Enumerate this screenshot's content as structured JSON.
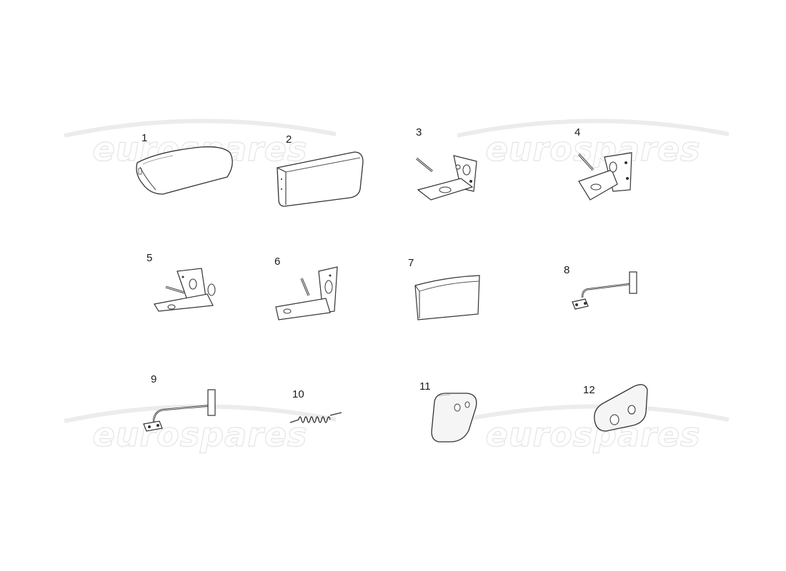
{
  "watermark": {
    "text": "eurospares",
    "color": "#e4e4e4"
  },
  "parts": [
    {
      "number": "1"
    },
    {
      "number": "2"
    },
    {
      "number": "3"
    },
    {
      "number": "4"
    },
    {
      "number": "5"
    },
    {
      "number": "6"
    },
    {
      "number": "7"
    },
    {
      "number": "8"
    },
    {
      "number": "9"
    },
    {
      "number": "10"
    },
    {
      "number": "11"
    },
    {
      "number": "12"
    }
  ]
}
